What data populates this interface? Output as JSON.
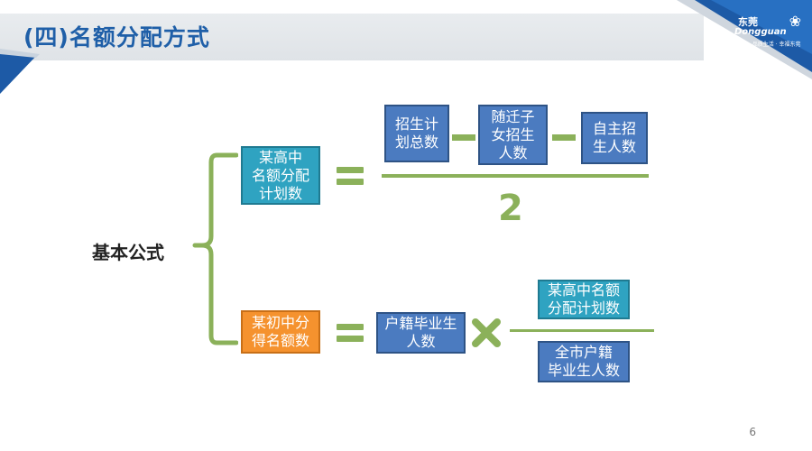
{
  "slide": {
    "title": "(四)名额分配方式",
    "page_number": "6"
  },
  "logo": {
    "cn": "东莞",
    "en": "Dongguan",
    "tag": "东莞 · 品质生活 · 幸福东莞",
    "mark": "❀"
  },
  "formula": {
    "label": "基本公式",
    "high_school_quota": [
      "某高中",
      "名额分配",
      "计划数"
    ],
    "total_enrollment": [
      "招生计",
      "划总数"
    ],
    "migrant_children": [
      "随迁子",
      "女招生",
      "人数"
    ],
    "self_enrollment": [
      "自主招",
      "生人数"
    ],
    "divisor": "2",
    "junior_school_quota": [
      "某初中分",
      "得名额数"
    ],
    "household_graduates": [
      "户籍毕业生",
      "人数"
    ],
    "high_school_quota_short": [
      "某高中名额",
      "分配计划数"
    ],
    "city_household_graduates": [
      "全市户籍",
      "毕业生人数"
    ]
  },
  "colors": {
    "title": "#1f5fa8",
    "teal_box": "#2fa3c1",
    "blue_box": "#4b7bc0",
    "orange_box": "#f5922e",
    "operator_green": "#8bb15a",
    "corner_blue": "#1d5aa6"
  }
}
